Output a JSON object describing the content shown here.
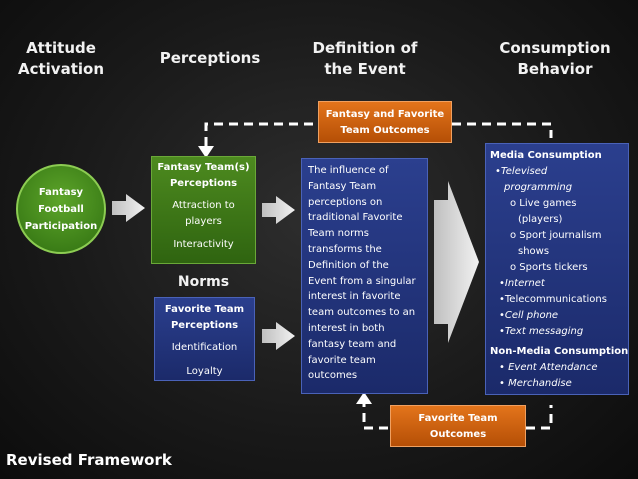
{
  "headers": {
    "attitude": [
      "Attitude",
      "Activation"
    ],
    "perceptions": "Perceptions",
    "definition": [
      "Definition of",
      "the Event"
    ],
    "consumption": [
      "Consumption",
      "Behavior"
    ]
  },
  "fantasy_participation": [
    "Fantasy",
    "Football",
    "Participation"
  ],
  "fantasy_team_box": {
    "title": [
      "Fantasy Team(s)",
      "Perceptions"
    ],
    "items": [
      [
        "Attraction to",
        "players"
      ],
      [
        "Interactivity"
      ]
    ]
  },
  "norms_label": "Norms",
  "favorite_team_box": {
    "title": [
      "Favorite Team",
      "Perceptions"
    ],
    "items": [
      "Identification",
      "Loyalty"
    ]
  },
  "definition_text": [
    "The influence of",
    "Fantasy Team",
    "perceptions on",
    "traditional Favorite",
    "Team norms",
    "transforms the",
    "Definition of the",
    "Event from a singular",
    "interest in favorite",
    "team outcomes to an",
    "interest in both",
    "fantasy team and",
    "favorite team",
    "outcomes"
  ],
  "top_orange": [
    "Fantasy and Favorite",
    "Team Outcomes"
  ],
  "bottom_orange": [
    "Favorite Team",
    "Outcomes"
  ],
  "consumption_box": {
    "media_title": "Media Consumption",
    "media_lines": [
      "•Televised",
      "programming",
      "o  Live games",
      "(players)",
      "o  Sport journalism",
      "shows",
      "o  Sports tickers",
      "•Internet",
      "•Telecommunications",
      "•Cell phone",
      "•Text messaging"
    ],
    "nonmedia_title": "Non-Media Consumption",
    "nonmedia_lines": [
      "• Event Attendance",
      "• Merchandise"
    ]
  },
  "footer": "Revised Framework"
}
